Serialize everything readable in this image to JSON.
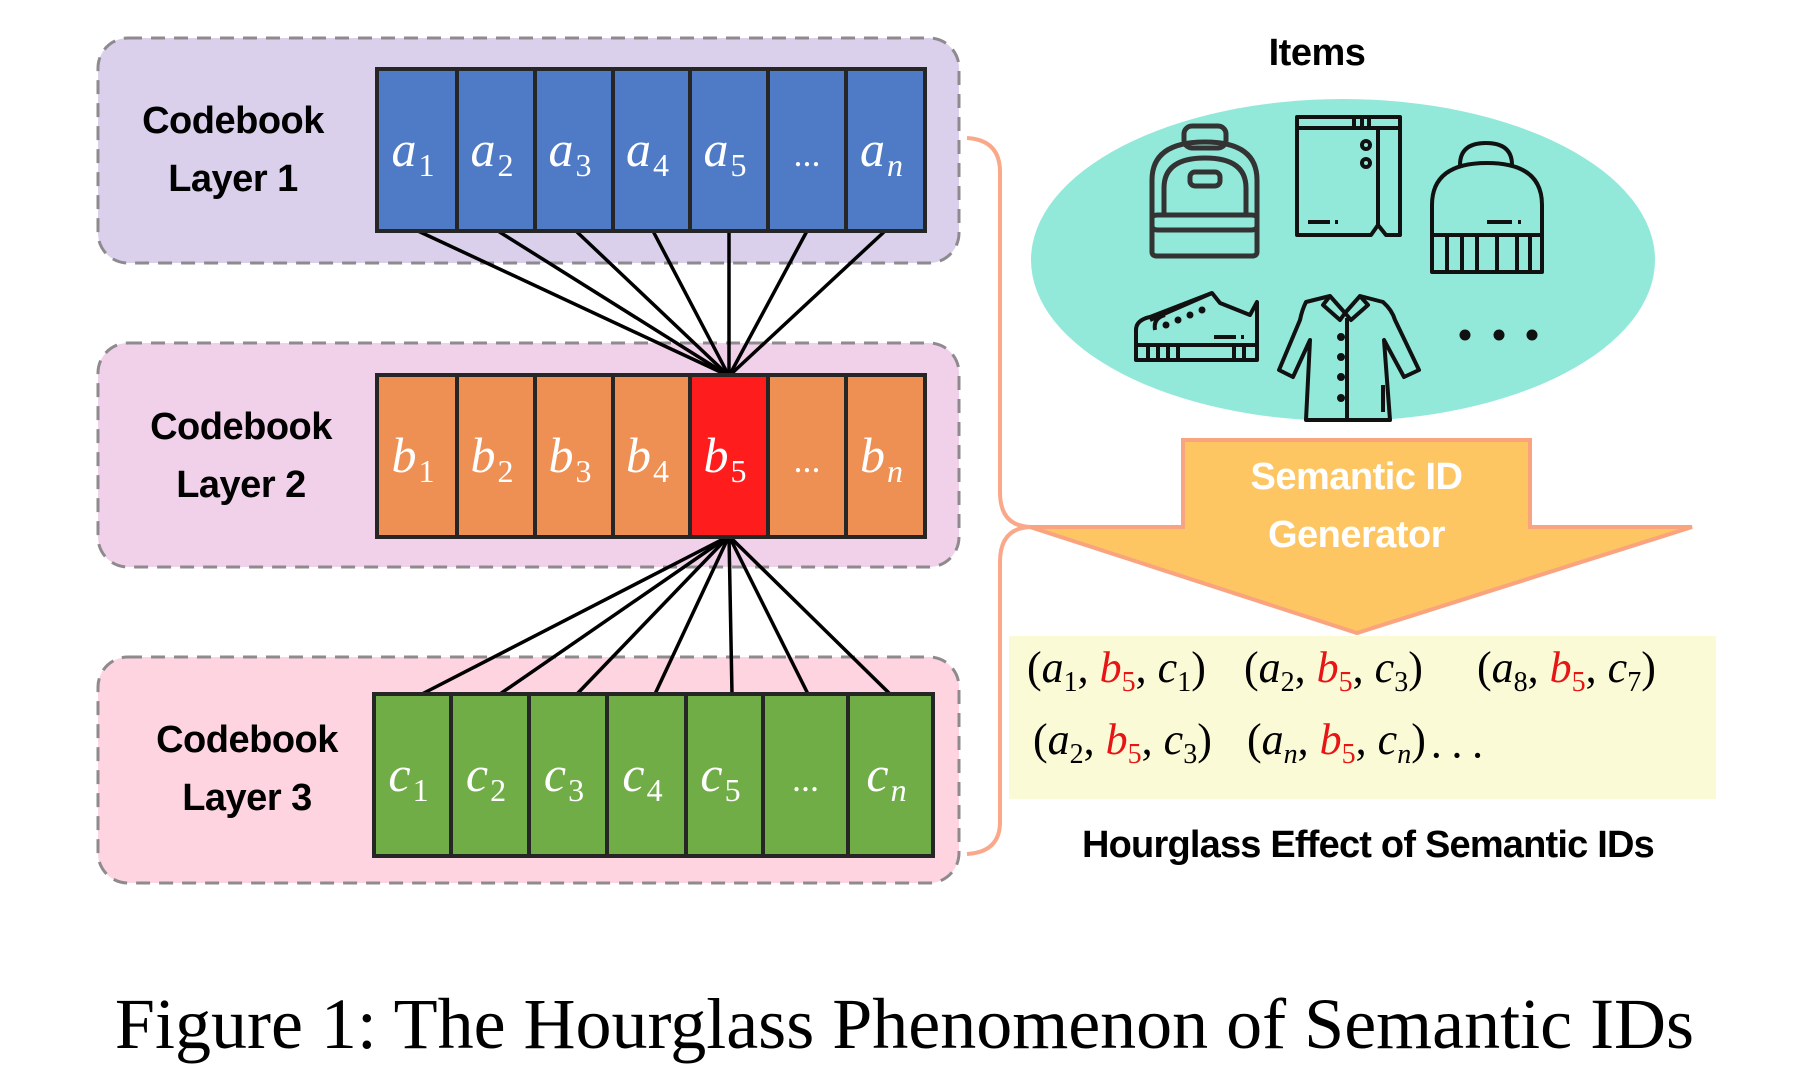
{
  "colors": {
    "layer1_bg": "#DAD0EC",
    "layer2_bg": "#F1D1EA",
    "layer3_bg": "#FDD4E0",
    "box_dash": "#8E8A8E",
    "cell_blue": "#4F7BC6",
    "cell_orange": "#EE8F54",
    "cell_highlight": "#FF1C1C",
    "cell_green": "#70AD47",
    "cell_border": "#262626",
    "items_ellipse": "#92E9D9",
    "arrow_fill": "#FDC662",
    "arrow_stroke": "#F9A47E",
    "brace": "#F9A98A",
    "tuple_bg": "#FAFAD6",
    "tuple_red": "#E81515"
  },
  "codebooks": [
    {
      "label_line1": "Codebook",
      "label_line2": "Layer 1",
      "letter": "a",
      "cells": [
        {
          "base": "a",
          "sub": "1"
        },
        {
          "base": "a",
          "sub": "2"
        },
        {
          "base": "a",
          "sub": "3"
        },
        {
          "base": "a",
          "sub": "4"
        },
        {
          "base": "a",
          "sub": "5"
        },
        {
          "base": "...",
          "sub": ""
        },
        {
          "base": "a",
          "sub": "n"
        }
      ],
      "highlight_index": null
    },
    {
      "label_line1": "Codebook",
      "label_line2": "Layer 2",
      "letter": "b",
      "cells": [
        {
          "base": "b",
          "sub": "1"
        },
        {
          "base": "b",
          "sub": "2"
        },
        {
          "base": "b",
          "sub": "3"
        },
        {
          "base": "b",
          "sub": "4"
        },
        {
          "base": "b",
          "sub": "5"
        },
        {
          "base": "...",
          "sub": ""
        },
        {
          "base": "b",
          "sub": "n"
        }
      ],
      "highlight_index": 4
    },
    {
      "label_line1": "Codebook",
      "label_line2": "Layer 3",
      "letter": "c",
      "cells": [
        {
          "base": "c",
          "sub": "1"
        },
        {
          "base": "c",
          "sub": "2"
        },
        {
          "base": "c",
          "sub": "3"
        },
        {
          "base": "c",
          "sub": "4"
        },
        {
          "base": "c",
          "sub": "5"
        },
        {
          "base": "...",
          "sub": ""
        },
        {
          "base": "c",
          "sub": "n"
        }
      ],
      "highlight_index": null
    }
  ],
  "items": {
    "title": "Items",
    "icons": [
      "backpack-icon",
      "skirt-icon",
      "beanie-hat-icon",
      "sneaker-icon",
      "coat-icon"
    ],
    "more": "• • •"
  },
  "generator": {
    "line1": "Semantic ID",
    "line2": "Generator"
  },
  "semantic_ids": {
    "rows": [
      [
        [
          {
            "b": "a",
            "s": "1"
          },
          {
            "b": "b",
            "s": "5",
            "red": true
          },
          {
            "b": "c",
            "s": "1"
          }
        ],
        [
          {
            "b": "a",
            "s": "2"
          },
          {
            "b": "b",
            "s": "5",
            "red": true
          },
          {
            "b": "c",
            "s": "3"
          }
        ],
        [
          {
            "b": "a",
            "s": "8"
          },
          {
            "b": "b",
            "s": "5",
            "red": true
          },
          {
            "b": "c",
            "s": "7"
          }
        ]
      ],
      [
        [
          {
            "b": "a",
            "s": "2"
          },
          {
            "b": "b",
            "s": "5",
            "red": true
          },
          {
            "b": "c",
            "s": "3"
          }
        ],
        [
          {
            "b": "a",
            "s": "n"
          },
          {
            "b": "b",
            "s": "5",
            "red": true
          },
          {
            "b": "c",
            "s": "n"
          }
        ]
      ]
    ],
    "ellipsis": "···",
    "title": "Hourglass Effect of Semantic IDs"
  },
  "caption": "Figure 1: The Hourglass Phenomenon of Semantic IDs"
}
